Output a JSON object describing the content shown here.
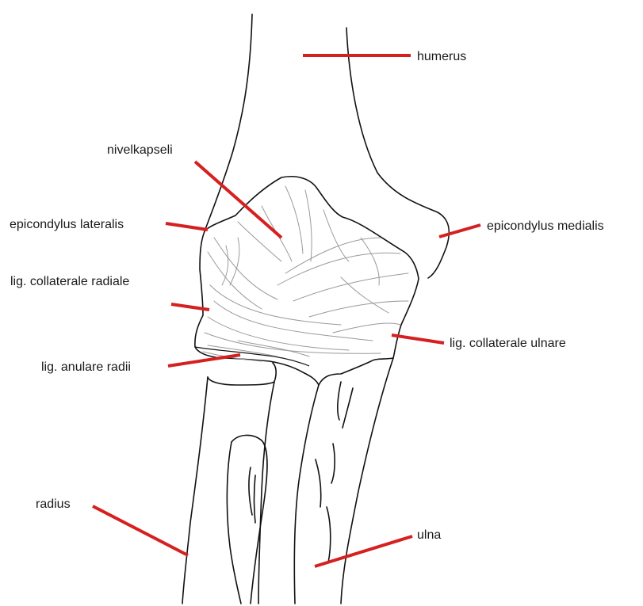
{
  "diagram": {
    "labels": {
      "humerus": "humerus",
      "nivelkapseli": "nivelkapseli",
      "epicondylus_lateralis": "epicondylus lateralis",
      "epicondylus_medialis": "epicondylus medialis",
      "lig_collaterale_radiale": "lig. collaterale radiale",
      "lig_collaterale_ulnare": "lig. collaterale ulnare",
      "lig_anulare_radii": "lig. anulare radii",
      "radius": "radius",
      "ulna": "ulna"
    },
    "colors": {
      "leader_line": "#d62020",
      "outline": "#111111",
      "capsule_fiber": "#9a9a9a"
    }
  }
}
